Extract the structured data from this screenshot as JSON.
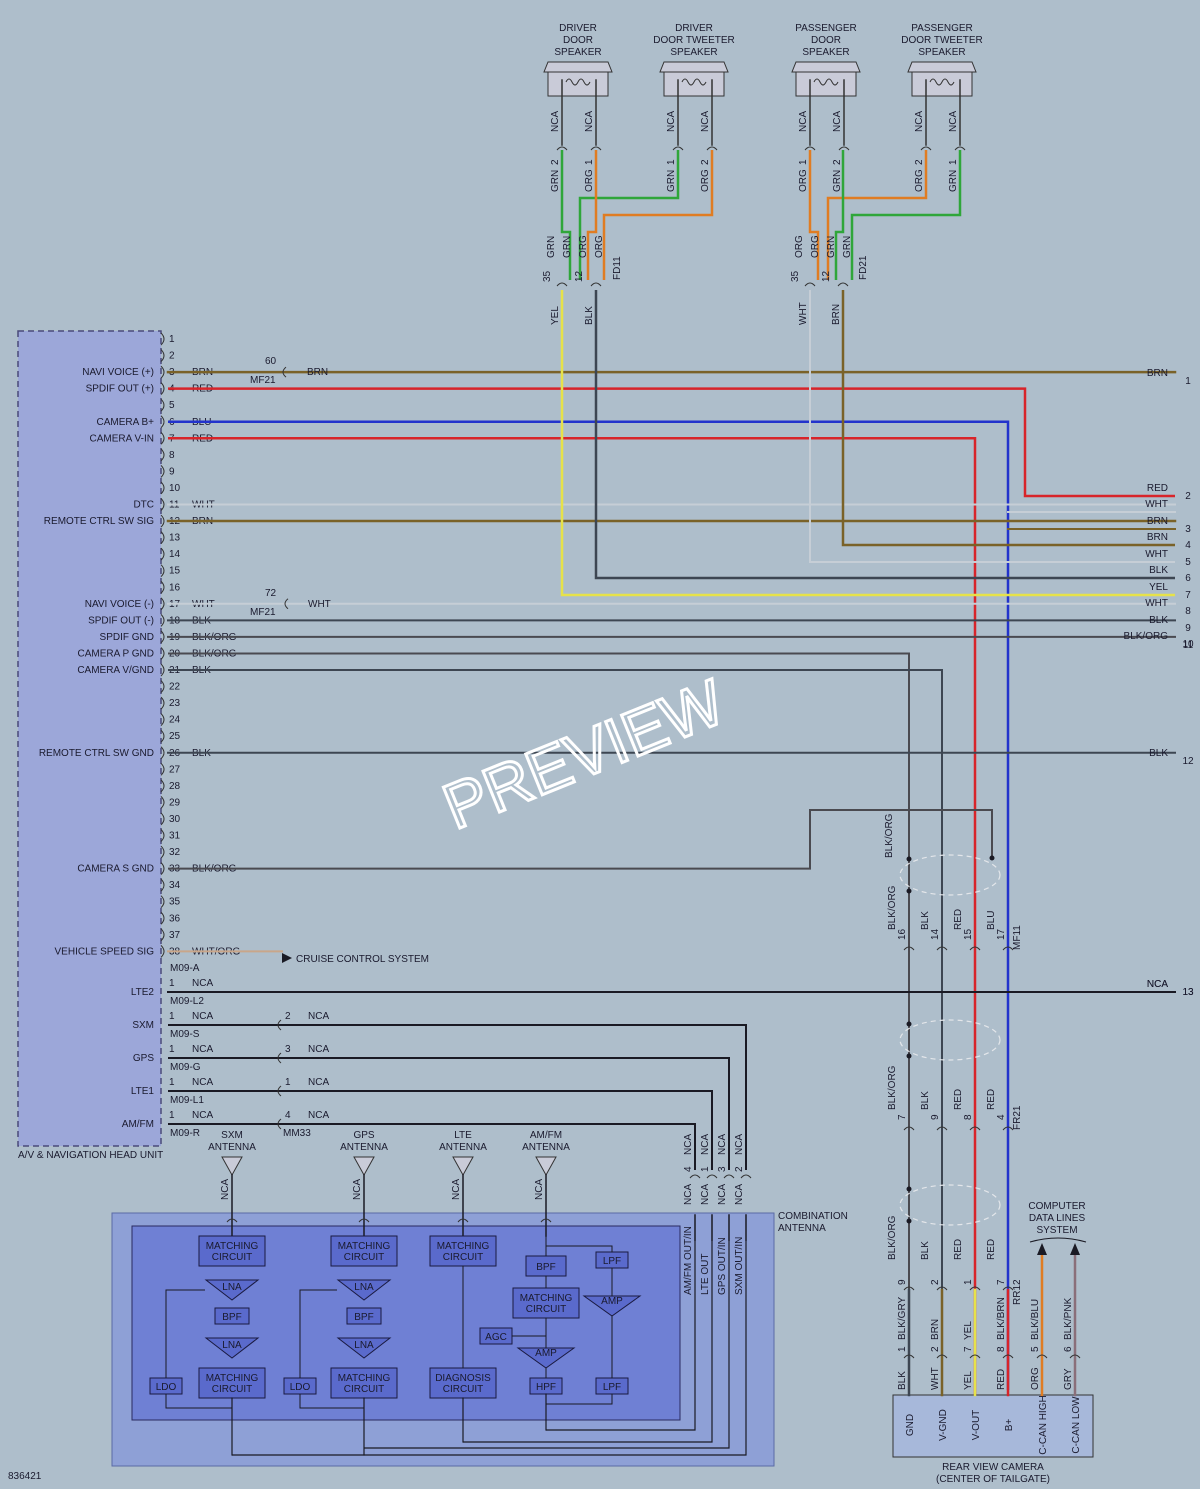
{
  "head_unit": {
    "title": "A/V & NAVIGATION HEAD UNIT",
    "pins": [
      {
        "pin": "1",
        "label": "",
        "wire": ""
      },
      {
        "pin": "2",
        "label": "",
        "wire": ""
      },
      {
        "pin": "3",
        "label": "NAVI VOICE (+)",
        "wire": "BRN"
      },
      {
        "pin": "4",
        "label": "SPDIF OUT (+)",
        "wire": "RED"
      },
      {
        "pin": "5",
        "label": "",
        "wire": ""
      },
      {
        "pin": "6",
        "label": "CAMERA B+",
        "wire": "BLU"
      },
      {
        "pin": "7",
        "label": "CAMERA V-IN",
        "wire": "RED"
      },
      {
        "pin": "8",
        "label": "",
        "wire": ""
      },
      {
        "pin": "9",
        "label": "",
        "wire": ""
      },
      {
        "pin": "10",
        "label": "",
        "wire": ""
      },
      {
        "pin": "11",
        "label": "DTC",
        "wire": "WHT"
      },
      {
        "pin": "12",
        "label": "REMOTE CTRL SW SIG",
        "wire": "BRN"
      },
      {
        "pin": "13",
        "label": "",
        "wire": ""
      },
      {
        "pin": "14",
        "label": "",
        "wire": ""
      },
      {
        "pin": "15",
        "label": "",
        "wire": ""
      },
      {
        "pin": "16",
        "label": "",
        "wire": ""
      },
      {
        "pin": "17",
        "label": "NAVI VOICE (-)",
        "wire": "WHT"
      },
      {
        "pin": "18",
        "label": "SPDIF OUT (-)",
        "wire": "BLK"
      },
      {
        "pin": "19",
        "label": "SPDIF GND",
        "wire": "BLK/ORG"
      },
      {
        "pin": "20",
        "label": "CAMERA P GND",
        "wire": "BLK/ORG"
      },
      {
        "pin": "21",
        "label": "CAMERA V/GND",
        "wire": "BLK"
      },
      {
        "pin": "22",
        "label": "",
        "wire": ""
      },
      {
        "pin": "23",
        "label": "",
        "wire": ""
      },
      {
        "pin": "24",
        "label": "",
        "wire": ""
      },
      {
        "pin": "25",
        "label": "",
        "wire": ""
      },
      {
        "pin": "26",
        "label": "REMOTE CTRL SW GND",
        "wire": "BLK"
      },
      {
        "pin": "27",
        "label": "",
        "wire": ""
      },
      {
        "pin": "28",
        "label": "",
        "wire": ""
      },
      {
        "pin": "29",
        "label": "",
        "wire": ""
      },
      {
        "pin": "30",
        "label": "",
        "wire": ""
      },
      {
        "pin": "31",
        "label": "",
        "wire": ""
      },
      {
        "pin": "32",
        "label": "",
        "wire": ""
      },
      {
        "pin": "33",
        "label": "CAMERA S GND",
        "wire": "BLK/ORG"
      },
      {
        "pin": "34",
        "label": "",
        "wire": ""
      },
      {
        "pin": "35",
        "label": "",
        "wire": ""
      },
      {
        "pin": "36",
        "label": "",
        "wire": ""
      },
      {
        "pin": "37",
        "label": "",
        "wire": ""
      },
      {
        "pin": "38",
        "label": "VEHICLE SPEED SIG",
        "wire": "WHT/ORG"
      }
    ],
    "connector_main": "M09-A",
    "ports": [
      {
        "label": "LTE2",
        "pin": "1",
        "wire": "NCA",
        "conn": "M09-L2"
      },
      {
        "label": "SXM",
        "pin": "1",
        "wire": "NCA",
        "conn": "M09-S",
        "mm_pin": "2",
        "mm_wire": "NCA"
      },
      {
        "label": "GPS",
        "pin": "1",
        "wire": "NCA",
        "conn": "M09-G",
        "mm_pin": "3",
        "mm_wire": "NCA"
      },
      {
        "label": "LTE1",
        "pin": "1",
        "wire": "NCA",
        "conn": "M09-L1",
        "mm_pin": "1",
        "mm_wire": "NCA"
      },
      {
        "label": "AM/FM",
        "pin": "1",
        "wire": "NCA",
        "conn": "M09-R",
        "mm_pin": "4",
        "mm_wire": "NCA"
      }
    ],
    "mm_connector": "MM33"
  },
  "cruise": "CRUISE CONTROL SYSTEM",
  "inline_mf21": {
    "conn": "MF21",
    "pin_a": "60",
    "wire_a": "BRN",
    "pin_b": "72",
    "wire_b": "WHT"
  },
  "speakers": [
    {
      "name": "DRIVER DOOR SPEAKER",
      "lines": [
        "DRIVER",
        "DOOR",
        "SPEAKER"
      ],
      "pins": [
        "2",
        "1"
      ],
      "wires": [
        "GRN",
        "ORG"
      ]
    },
    {
      "name": "DRIVER DOOR TWEETER SPEAKER",
      "lines": [
        "DRIVER",
        "DOOR TWEETER",
        "SPEAKER"
      ],
      "pins": [
        "1",
        "2"
      ],
      "wires": [
        "GRN",
        "ORG"
      ]
    },
    {
      "name": "PASSENGER DOOR SPEAKER",
      "lines": [
        "PASSENGER",
        "DOOR",
        "SPEAKER"
      ],
      "pins": [
        "1",
        "2"
      ],
      "wires": [
        "ORG",
        "GRN"
      ]
    },
    {
      "name": "PASSENGER DOOR TWEETER SPEAKER",
      "lines": [
        "PASSENGER",
        "DOOR TWEETER",
        "SPEAKER"
      ],
      "pins": [
        "2",
        "1"
      ],
      "wires": [
        "ORG",
        "GRN"
      ]
    }
  ],
  "speaker_nca": "NCA",
  "fd11": {
    "conn": "FD11",
    "pins": [
      "35",
      "12"
    ],
    "wires_top": [
      "GRN",
      "GRN",
      "ORG",
      "ORG"
    ],
    "wires_bottom": [
      "YEL",
      "BLK"
    ]
  },
  "fd21": {
    "conn": "FD21",
    "pins": [
      "35",
      "12"
    ],
    "wires_top": [
      "ORG",
      "ORG",
      "GRN",
      "GRN"
    ],
    "wires_bottom": [
      "WHT",
      "BRN"
    ]
  },
  "right_terminals": [
    {
      "num": "1",
      "wire": "BRN"
    },
    {
      "num": "2",
      "wire": "RED"
    },
    {
      "num": "",
      "wire": "WHT"
    },
    {
      "num": "3",
      "wire": "BRN"
    },
    {
      "num": "4",
      "wire": "BRN"
    },
    {
      "num": "5",
      "wire": "WHT"
    },
    {
      "num": "6",
      "wire": "BLK"
    },
    {
      "num": "7",
      "wire": "YEL"
    },
    {
      "num": "8",
      "wire": "WHT"
    },
    {
      "num": "9",
      "wire": "BLK"
    },
    {
      "num": "10",
      "wire": "BLK/ORG"
    },
    {
      "num": "11",
      "wire": ""
    },
    {
      "num": "12",
      "wire": "BLK"
    },
    {
      "num": "13",
      "wire": "NCA"
    }
  ],
  "camera_chain": {
    "mf11": {
      "conn": "MF11",
      "pins": [
        "16",
        "14",
        "15",
        "17"
      ],
      "wires": [
        "BLK/ORG",
        "BLK",
        "RED",
        "BLU"
      ]
    },
    "fr21": {
      "conn": "FR21",
      "pins": [
        "7",
        "9",
        "8",
        "4"
      ],
      "wires": [
        "BLK/ORG",
        "BLK",
        "RED",
        "RED"
      ]
    },
    "rr12": {
      "conn": "RR12",
      "pins": [
        "9",
        "2",
        "1",
        "7"
      ],
      "wires": [
        "BLK/ORG",
        "BLK",
        "RED",
        "RED"
      ]
    },
    "top_wire": "BLK/ORG"
  },
  "camera": {
    "title": "REAR VIEW CAMERA",
    "subtitle": "(CENTER OF TAILGATE)",
    "pins": [
      {
        "name": "GND",
        "pin": "1",
        "wire_top": "BLK/GRY",
        "wire_bottom": "BLK"
      },
      {
        "name": "V-GND",
        "pin": "2",
        "wire_top": "BRN",
        "wire_bottom": "WHT"
      },
      {
        "name": "V-OUT",
        "pin": "7",
        "wire_top": "YEL",
        "wire_bottom": "YEL"
      },
      {
        "name": "B+",
        "pin": "8",
        "wire_top": "BLK/BRN",
        "wire_bottom": "RED"
      },
      {
        "name": "C-CAN HIGH",
        "pin": "5",
        "wire_top": "BLK/BLU",
        "wire_bottom": "ORG"
      },
      {
        "name": "C-CAN LOW",
        "pin": "6",
        "wire_top": "BLK/PNK",
        "wire_bottom": "GRY"
      }
    ]
  },
  "computer_data": {
    "lines": [
      "COMPUTER",
      "DATA LINES",
      "SYSTEM"
    ]
  },
  "combo": {
    "title_lines": [
      "COMBINATION",
      "ANTENNA"
    ],
    "antennas": [
      {
        "lines": [
          "SXM",
          "ANTENNA"
        ]
      },
      {
        "lines": [
          "GPS",
          "ANTENNA"
        ]
      },
      {
        "lines": [
          "LTE",
          "ANTENNA"
        ]
      },
      {
        "lines": [
          "AM/FM",
          "ANTENNA"
        ]
      }
    ],
    "outputs": [
      {
        "label": "AM/FM OUT/IN",
        "pin": "4",
        "wire": "NCA"
      },
      {
        "label": "LTE OUT",
        "pin": "1",
        "wire": "NCA"
      },
      {
        "label": "GPS OUT/IN",
        "pin": "3",
        "wire": "NCA"
      },
      {
        "label": "SXM OUT/IN",
        "pin": "2",
        "wire": "NCA"
      }
    ],
    "blocks": {
      "matching_circuit": [
        "MATCHING",
        "CIRCUIT"
      ],
      "diagnosis_circuit": [
        "DIAGNOSIS",
        "CIRCUIT"
      ],
      "lna": "LNA",
      "bpf": "BPF",
      "lpf": "LPF",
      "ldo": "LDO",
      "amp": "AMP",
      "agc": "AGC",
      "hpf": "HPF"
    }
  },
  "preview": "PREVIEW",
  "doc_id": "836421"
}
